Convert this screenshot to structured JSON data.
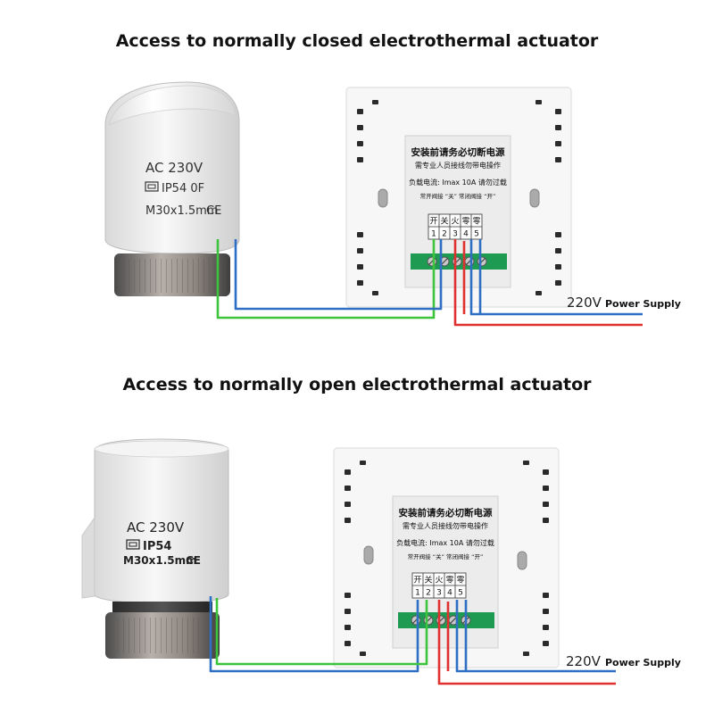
{
  "top": {
    "title": "Access to normally closed electrothermal actuator",
    "actuator": {
      "voltage": "AC 230V",
      "rating": "IP54 0F",
      "thread": "M30x1.5mm",
      "mark": "CE"
    },
    "panel": {
      "warning": "安装前请务必切断电源",
      "notice": "需专业人员接线勿带电操作",
      "load": "负载电流: Imax 10A 请勿过载",
      "valve_note": "常开阀接 “关”  常闭阀接 “开”",
      "terminal_labels": [
        "开",
        "关",
        "火",
        "零",
        "零"
      ],
      "terminal_numbers": [
        "1",
        "2",
        "3",
        "4",
        "5"
      ]
    },
    "supply_voltage": "220V",
    "supply_label": "Power Supply"
  },
  "bottom": {
    "title": "Access to normally open electrothermal actuator",
    "actuator": {
      "voltage": "AC 230V",
      "rating": "IP54",
      "thread": "M30x1.5mm",
      "mark": "CE"
    },
    "panel": {
      "warning": "安装前请务必切断电源",
      "notice": "需专业人员接线勿带电操作",
      "load": "负载电流: Imax 10A 请勿过载",
      "valve_note": "常开阀接 “关”  常闭阀接 “开”",
      "terminal_labels": [
        "开",
        "关",
        "火",
        "零",
        "零"
      ],
      "terminal_numbers": [
        "1",
        "2",
        "3",
        "4",
        "5"
      ]
    },
    "supply_voltage": "220V",
    "supply_label": "Power Supply"
  },
  "colors": {
    "wire_green": "#3cc43c",
    "wire_blue": "#2e6fc4",
    "wire_red": "#e03030",
    "terminal_block": "#1e9a52"
  }
}
